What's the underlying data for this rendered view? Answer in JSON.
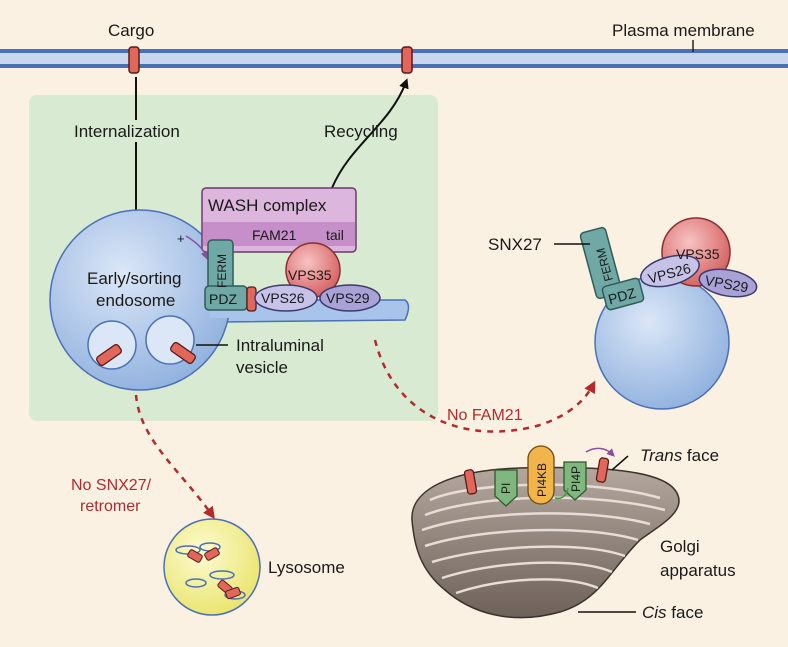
{
  "labels": {
    "cargo": "Cargo",
    "plasma_membrane": "Plasma membrane",
    "internalization": "Internalization",
    "recycling": "Recycling",
    "wash_complex": "WASH complex",
    "fam21": "FAM21",
    "tail": "tail",
    "ferm": "FERM",
    "pdz": "PDZ",
    "vps35": "VPS35",
    "vps26": "VPS26",
    "vps29": "VPS29",
    "early_sorting_1": "Early/sorting",
    "early_sorting_2": "endosome",
    "intraluminal_1": "Intraluminal",
    "intraluminal_2": "vesicle",
    "snx27": "SNX27",
    "no_fam21": "No FAM21",
    "no_snx27_1": "No SNX27/",
    "no_snx27_2": "retromer",
    "lysosome": "Lysosome",
    "pi": "PI",
    "pi4kb": "PI4KB",
    "pi4p": "PI4P",
    "trans_italic": "Trans",
    "trans_rest": " face",
    "golgi_1": "Golgi",
    "golgi_2": "apparatus",
    "cis_italic": "Cis",
    "cis_rest": " face",
    "plus": "+"
  },
  "colors": {
    "background": "#fbf1e3",
    "membrane": "#5a7fbf",
    "green_panel": "#d9ead3",
    "endosome": "#a9c4ea",
    "cargo": "#e0675a",
    "wash": "#dcb6dd",
    "vps35": "#e58080",
    "vps26_29": "#c7c3e8",
    "snx27": "#6fa8a4",
    "lysosome": "#f4f19a",
    "golgi": "#8f8178",
    "dashed_arrow": "#b22a2a"
  }
}
